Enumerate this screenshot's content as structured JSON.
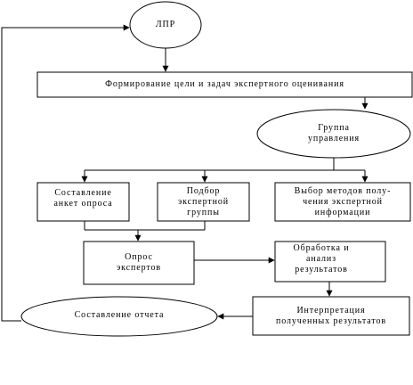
{
  "diagram": {
    "nodes": {
      "decision_maker": "ЛПР",
      "goal_setting": "Формирование цели и задач экспертного оценивания",
      "management_group": "Группа\nуправления",
      "questionnaire": "Составление\nанкет опроса",
      "expert_group": "Подбор\nэкспертной\nгруппы",
      "method_selection": "Выбор методов полу-\nчения экспертной\nинформации",
      "expert_survey": "Опрос\nэкспертов",
      "processing": "Обработка и\nанализ\nрезультатов",
      "interpretation": "Интерпретация\nполученных результатов",
      "report": "Составление отчета"
    }
  }
}
